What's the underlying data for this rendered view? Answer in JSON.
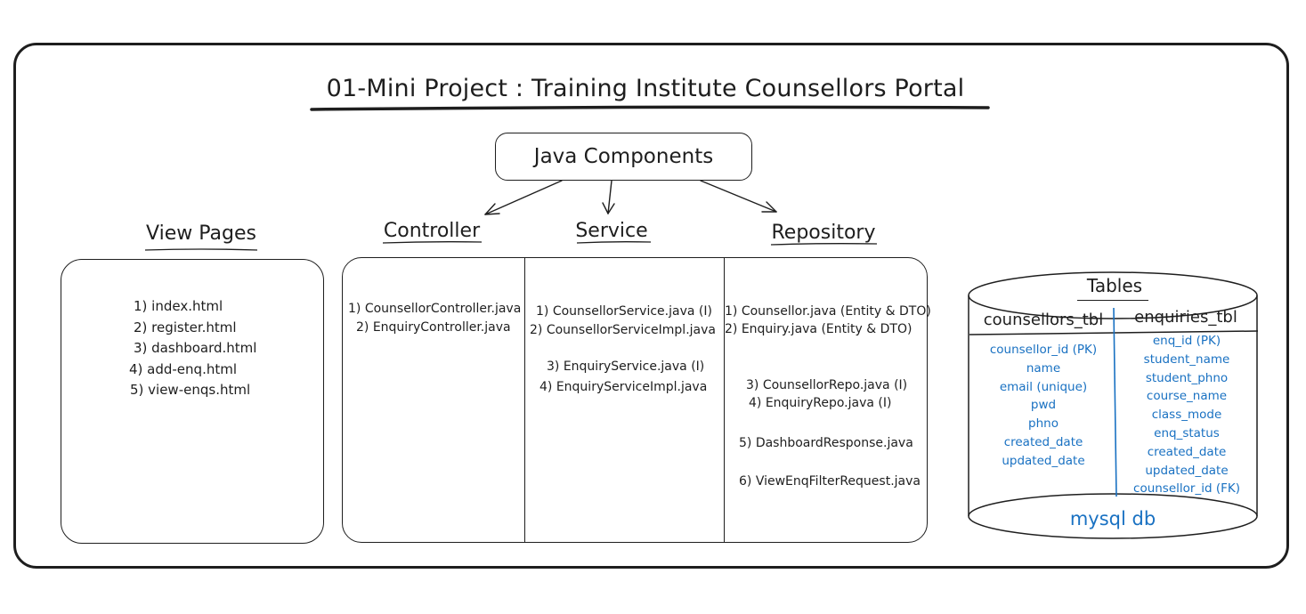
{
  "title": "01-Mini Project : Training Institute Counsellors Portal",
  "java_components": "Java Components",
  "view_pages": {
    "heading": "View Pages",
    "items": [
      "1) index.html",
      "2) register.html",
      "3) dashboard.html",
      "4) add-enq.html",
      "5) view-enqs.html"
    ]
  },
  "controller": {
    "heading": "Controller",
    "items": [
      "1) CounsellorController.java",
      "2) EnquiryController.java"
    ]
  },
  "service": {
    "heading": "Service",
    "items": [
      "1) CounsellorService.java (I)",
      "2) CounsellorServiceImpl.java",
      "3) EnquiryService.java (I)",
      "4) EnquiryServiceImpl.java"
    ]
  },
  "repository": {
    "heading": "Repository",
    "items": [
      "1) Counsellor.java (Entity & DTO)",
      "2) Enquiry.java (Entity & DTO)",
      "3) CounsellorRepo.java (I)",
      "4) EnquiryRepo.java (I)",
      "5) DashboardResponse.java",
      "6) ViewEnqFilterRequest.java"
    ]
  },
  "database": {
    "heading": "Tables",
    "label": "mysql db",
    "counsellors_tbl": {
      "name": "counsellors_tbl",
      "columns": [
        "counsellor_id (PK)",
        "name",
        "email (unique)",
        "pwd",
        "phno",
        "created_date",
        "updated_date"
      ]
    },
    "enquiries_tbl": {
      "name": "enquiries_tbl",
      "columns": [
        "enq_id  (PK)",
        "student_name",
        "student_phno",
        "course_name",
        "class_mode",
        "enq_status",
        "created_date",
        "updated_date",
        "counsellor_id (FK)"
      ]
    }
  },
  "colors": {
    "stroke": "#1e1e1e",
    "db_text": "#1971c2"
  }
}
